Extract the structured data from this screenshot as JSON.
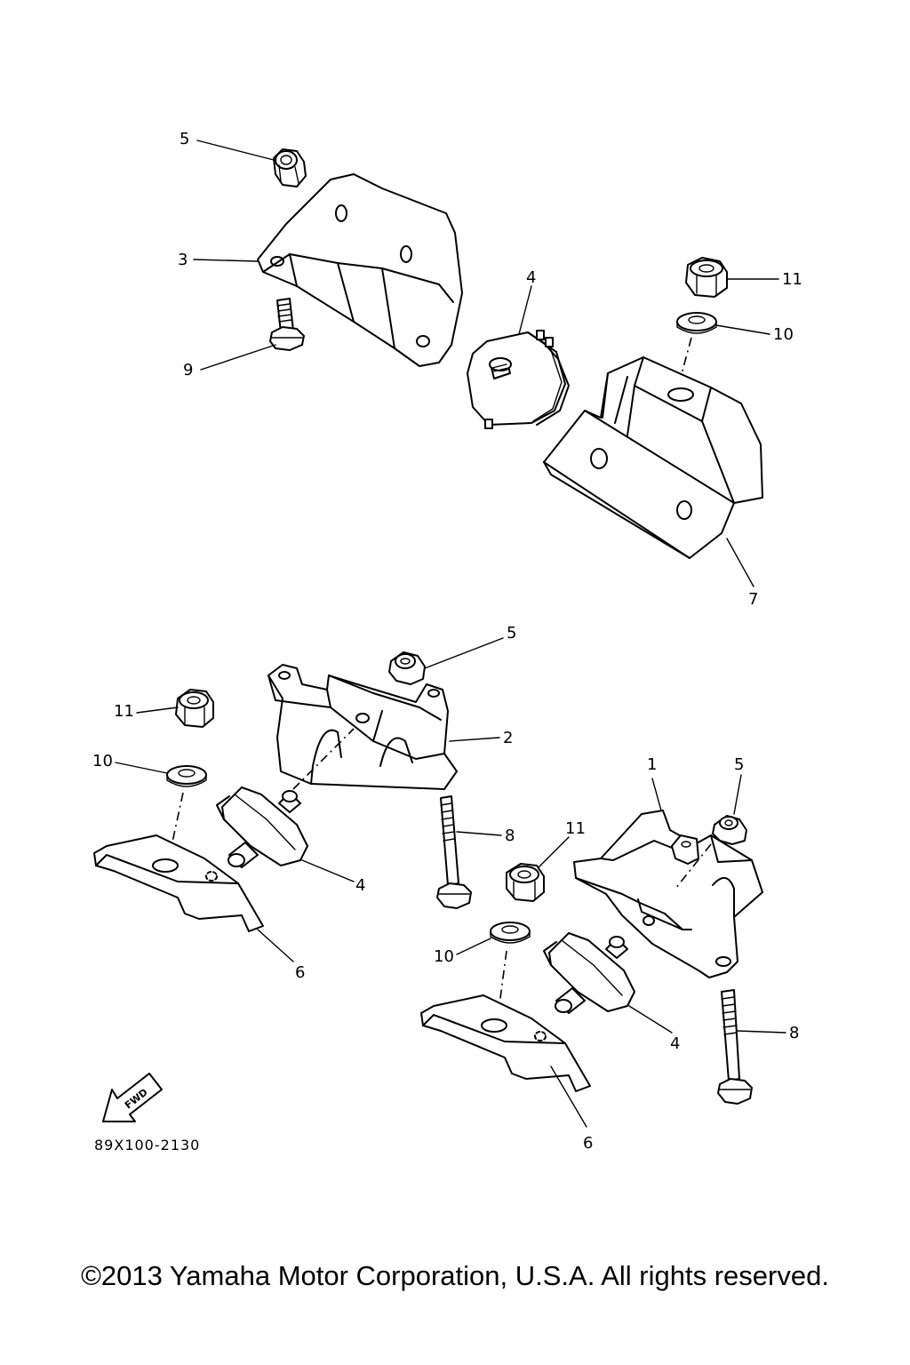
{
  "diagram": {
    "drawing_code": "89X100-2130",
    "fwd_label": "FWD",
    "callouts": {
      "top_5": "5",
      "top_3": "3",
      "top_9": "9",
      "top_4": "4",
      "top_11": "11",
      "top_10": "10",
      "top_7": "7",
      "mid_5": "5",
      "mid_2": "2",
      "left_11": "11",
      "left_10": "10",
      "left_4": "4",
      "left_6": "6",
      "mid_8": "8",
      "right_1": "1",
      "right_5": "5",
      "right_11": "11",
      "right_10": "10",
      "right_4": "4",
      "right_8": "8",
      "right_6": "6"
    }
  },
  "footer": {
    "copyright": "©2013 Yamaha Motor Corporation, U.S.A. All rights reserved."
  }
}
